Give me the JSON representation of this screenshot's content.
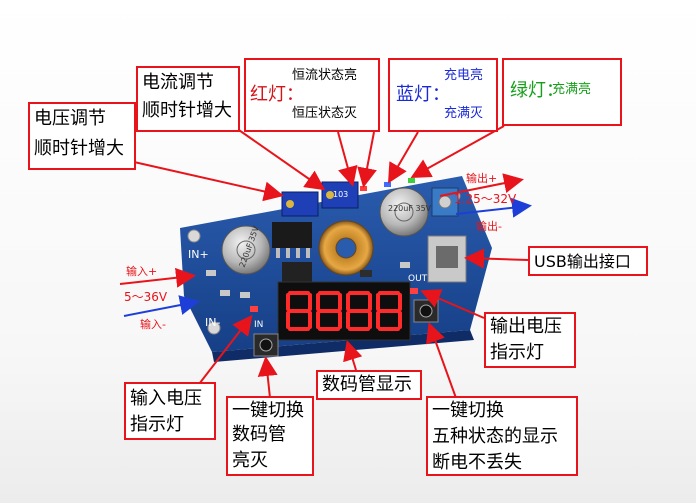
{
  "annotations": {
    "voltage_adjust": {
      "line1": "电压调节",
      "line2": "顺时针增大"
    },
    "current_adjust": {
      "line1": "电流调节",
      "line2": "顺时针增大"
    },
    "red_led": {
      "title": "红灯：",
      "state1": "恒流状态亮",
      "state2": "恒压状态灭"
    },
    "blue_led": {
      "title": "蓝灯：",
      "state1": "充电亮",
      "state2": "充满灭"
    },
    "green_led": {
      "title": "绿灯：",
      "state1": "充满亮"
    },
    "usb_output": "USB输出接口",
    "output_voltage_led": {
      "line1": "输出电压",
      "line2": "指示灯"
    },
    "input_voltage_led": {
      "line1": "输入电压",
      "line2": "指示灯"
    },
    "display_toggle": {
      "line1": "一键切换",
      "line2": "数码管",
      "line3": "亮灭"
    },
    "digit_display": "数码管显示",
    "mode_switch": {
      "line1": "一键切换",
      "line2": "五种状态的显示",
      "line3": "断电不丢失"
    }
  },
  "terminals": {
    "input_plus": "输入+",
    "input_range": "5～36V",
    "input_minus": "输入-",
    "output_plus": "输出+",
    "output_range": "1.25～32V",
    "output_minus": "输出-"
  },
  "board": {
    "silk_in_plus": "IN+",
    "silk_in_minus": "IN-",
    "silk_in": "IN",
    "silk_out": "OUT",
    "cap_left": "220uF 35V",
    "cap_right": "220uF 35V",
    "pot_value": "103"
  },
  "colors": {
    "annotation_border": "#e8141b",
    "pcb": "#1f4f9a",
    "arrow_red": "#e8141b",
    "arrow_blue": "#1d3fd8",
    "led_red": "#d4141b",
    "led_blue": "#1a2ad6",
    "led_green": "#16a01a"
  }
}
